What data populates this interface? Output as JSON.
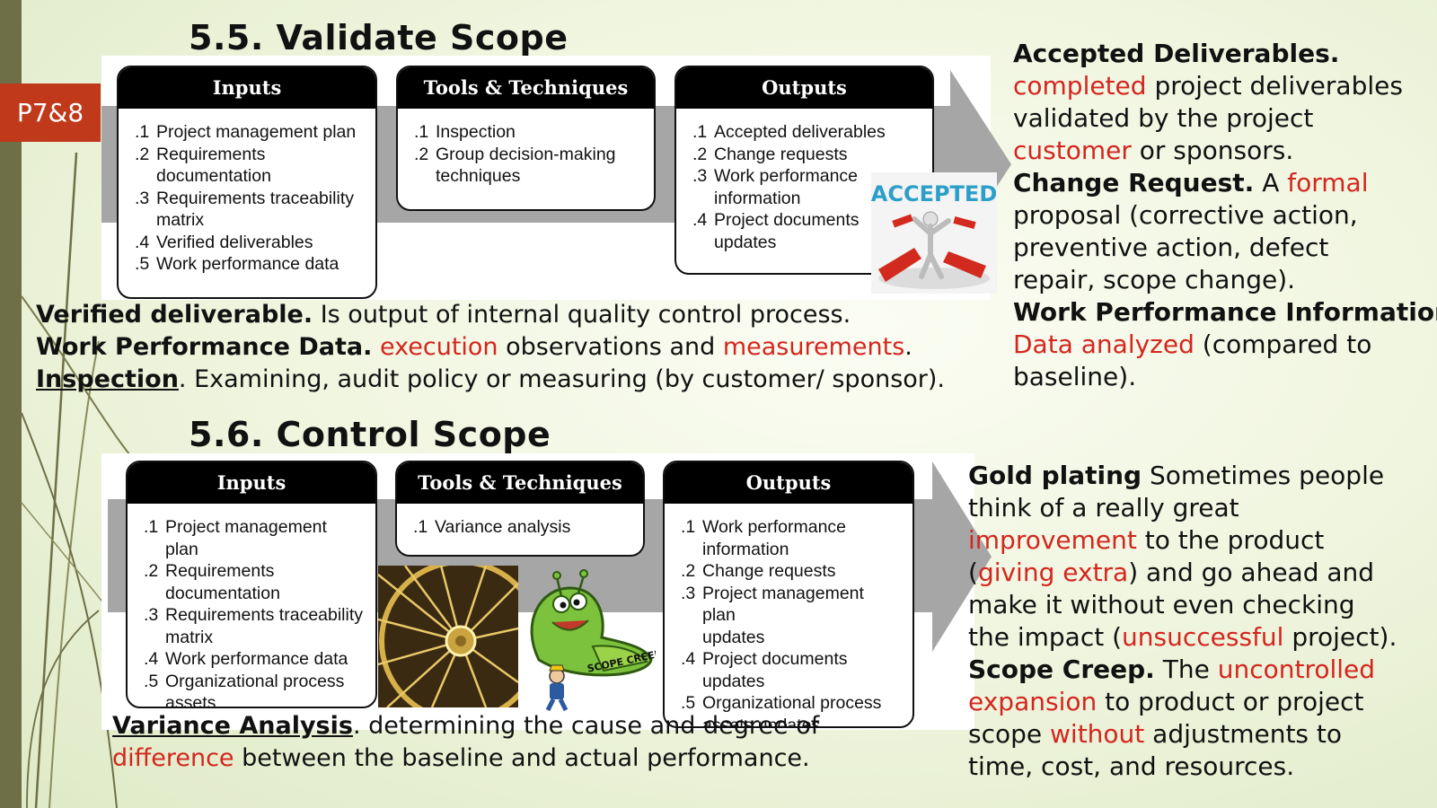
{
  "slide_tag": "P7&8",
  "validate": {
    "title": "5.5. Validate Scope",
    "inputs": {
      "header": "Inputs",
      "items": [
        {
          "num": ".1",
          "text": "Project management plan"
        },
        {
          "num": ".2",
          "text": "Requirements\ndocumentation"
        },
        {
          "num": ".3",
          "text": "Requirements traceability\nmatrix"
        },
        {
          "num": ".4",
          "text": "Verified deliverables"
        },
        {
          "num": ".5",
          "text": "Work performance data"
        }
      ]
    },
    "tools": {
      "header": "Tools & Techniques",
      "items": [
        {
          "num": ".1",
          "text": "Inspection"
        },
        {
          "num": ".2",
          "text": "Group decision-making\ntechniques"
        }
      ]
    },
    "outputs": {
      "header": "Outputs",
      "items": [
        {
          "num": ".1",
          "text": "Accepted deliverables"
        },
        {
          "num": ".2",
          "text": "Change requests"
        },
        {
          "num": ".3",
          "text": "Work performance\ninformation"
        },
        {
          "num": ".4",
          "text": "Project documents\nupdates"
        }
      ]
    },
    "image_word": "ACCEPTED",
    "notes": {
      "verified_term": "Verified deliverable.",
      "verified_text": " Is output of internal quality control process.",
      "wpd_term": "Work Performance Data.",
      "wpd_red1": "execution",
      "wpd_mid": " observations and ",
      "wpd_red2": "measurements",
      "wpd_end": ".",
      "inspection_term": "Inspection",
      "inspection_text": ". Examining, audit policy or measuring (by customer/ sponsor)."
    },
    "right": {
      "accepted_term": "Accepted Deliverables.",
      "accepted_red1": "completed",
      "accepted_t1": " project deliverables",
      "accepted_t2": "validated by the project",
      "accepted_red2": "customer",
      "accepted_t3": " or sponsors.",
      "change_term": "Change Request.",
      "change_t1": " A ",
      "change_red": "formal",
      "change_t2": "proposal (corrective action,",
      "change_t3": "preventive action, defect",
      "change_t4": "repair, scope change).",
      "wpi_term": "Work Performance Information.",
      "wpi_red": "Data analyzed",
      "wpi_t1": " (compared to",
      "wpi_t2": "baseline)."
    }
  },
  "control": {
    "title": "5.6. Control Scope",
    "inputs": {
      "header": "Inputs",
      "items": [
        {
          "num": ".1",
          "text": "Project management plan"
        },
        {
          "num": ".2",
          "text": "Requirements\ndocumentation"
        },
        {
          "num": ".3",
          "text": "Requirements traceability\nmatrix"
        },
        {
          "num": ".4",
          "text": "Work performance data"
        },
        {
          "num": ".5",
          "text": "Organizational process\nassets"
        }
      ]
    },
    "tools": {
      "header": "Tools & Techniques",
      "items": [
        {
          "num": ".1",
          "text": "Variance analysis"
        }
      ]
    },
    "outputs": {
      "header": "Outputs",
      "items": [
        {
          "num": ".1",
          "text": "Work performance\ninformation"
        },
        {
          "num": ".2",
          "text": "Change requests"
        },
        {
          "num": ".3",
          "text": "Project management plan\nupdates"
        },
        {
          "num": ".4",
          "text": "Project documents\nupdates"
        },
        {
          "num": ".5",
          "text": "Organizational process\nassets updates"
        }
      ]
    },
    "creep_label": "SCOPE CREEP",
    "notes": {
      "variance_term": "Variance Analysis",
      "variance_t1": ". determining the cause and degree of",
      "variance_red": "difference",
      "variance_t2": " between the baseline and actual performance."
    },
    "right": {
      "gold_term": "Gold plating",
      "gold_t1": " Sometimes people",
      "gold_t2": "think of a really great",
      "gold_red1": "improvement",
      "gold_t3": " to the product",
      "gold_t4a": "(",
      "gold_red2": "giving extra",
      "gold_t4b": ") and go ahead and",
      "gold_t5": "make it without even checking",
      "gold_t6a": "the impact (",
      "gold_red3": "unsuccessful",
      "gold_t6b": " project).",
      "creep_term": "Scope Creep.",
      "creep_t1": " The ",
      "creep_red1": "uncontrolled",
      "creep_red2": "expansion",
      "creep_t2": " to product or project",
      "creep_t3a": "scope ",
      "creep_red3": "without",
      "creep_t3b": " adjustments to",
      "creep_t4": "time, cost, and resources."
    }
  }
}
